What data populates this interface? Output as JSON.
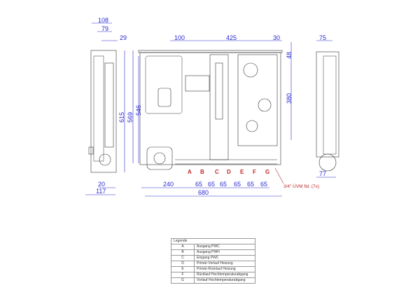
{
  "dimensions": {
    "top": [
      "108",
      "79",
      "29",
      "100",
      "425",
      "30",
      "75"
    ],
    "right": [
      "48",
      "380"
    ],
    "left": [
      "615",
      "569",
      "546"
    ],
    "bottom": [
      "20",
      "117",
      "240",
      "65",
      "65",
      "65",
      "65",
      "65",
      "65",
      "680",
      "77"
    ]
  },
  "connections": [
    "A",
    "B",
    "C",
    "D",
    "E",
    "F",
    "G"
  ],
  "note": "3/4\" ÜVM fld. (7x)",
  "legend": {
    "title": "Legende",
    "rows": [
      {
        "key": "A",
        "label": "Ausgang PWC"
      },
      {
        "key": "B",
        "label": "Ausgang PWH"
      },
      {
        "key": "C",
        "label": "Eingang PWC"
      },
      {
        "key": "D",
        "label": "Primär-Vorlauf Heizung"
      },
      {
        "key": "E",
        "label": "Primär-Rücklauf Heizung"
      },
      {
        "key": "F",
        "label": "Rücklauf Hochtemperaturabgang"
      },
      {
        "key": "G",
        "label": "Vorlauf Hochtemperaturabgang"
      }
    ]
  }
}
